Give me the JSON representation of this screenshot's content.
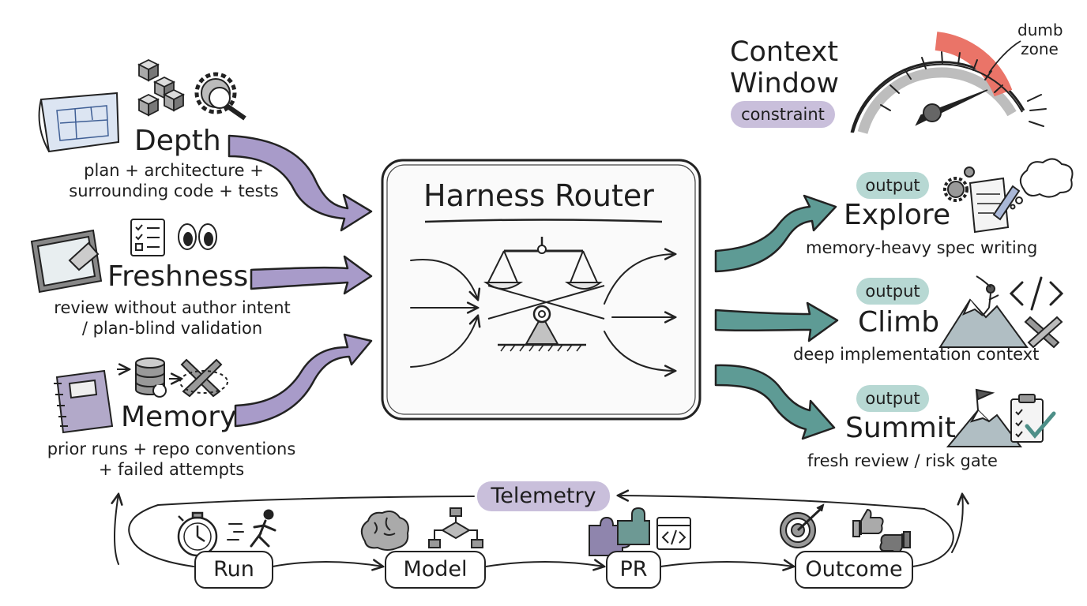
{
  "router": {
    "title": "Harness Router"
  },
  "inputs": [
    {
      "id": "depth",
      "title": "Depth",
      "desc": [
        "plan + architecture +",
        "surrounding code + tests"
      ]
    },
    {
      "id": "freshness",
      "title": "Freshness",
      "desc": [
        "review without author intent",
        "/ plan-blind validation"
      ]
    },
    {
      "id": "memory",
      "title": "Memory",
      "desc": [
        "prior runs + repo conventions",
        "+ failed attempts"
      ]
    }
  ],
  "outputs": [
    {
      "id": "explore",
      "badge": "output",
      "title": "Explore",
      "desc": "memory-heavy spec writing"
    },
    {
      "id": "climb",
      "badge": "output",
      "title": "Climb",
      "desc": "deep implementation context"
    },
    {
      "id": "summit",
      "badge": "output",
      "title": "Summit",
      "desc": "fresh review / risk gate"
    }
  ],
  "context_window": {
    "title": [
      "Context",
      "Window"
    ],
    "badge": "constraint",
    "zone_label": [
      "dumb",
      "zone"
    ]
  },
  "telemetry": {
    "label": "Telemetry",
    "steps": [
      "Run",
      "Model",
      "PR",
      "Outcome"
    ]
  },
  "colors": {
    "input_arrow": "#a89bc9",
    "output_arrow": "#5e9b95",
    "badge_purple": "#c9bfdb",
    "badge_teal": "#b7d8d3",
    "dumb_zone": "#ea7468"
  },
  "icons": [
    "blueprint-icon",
    "cubes-icon",
    "gear-search-icon",
    "tablet-icon",
    "checklist-icon",
    "eyes-icon",
    "notebook-icon",
    "database-icon",
    "cross-icon",
    "scale-icon",
    "gauge-icon",
    "gear-notepad-icon",
    "thought-bubble-icon",
    "mountain-climber-icon",
    "code-icon",
    "tools-icon",
    "summit-flag-icon",
    "clipboard-check-icon",
    "stopwatch-icon",
    "runner-icon",
    "brain-icon",
    "flowchart-icon",
    "puzzle-icon",
    "browser-code-icon",
    "target-icon",
    "thumbs-icon"
  ]
}
